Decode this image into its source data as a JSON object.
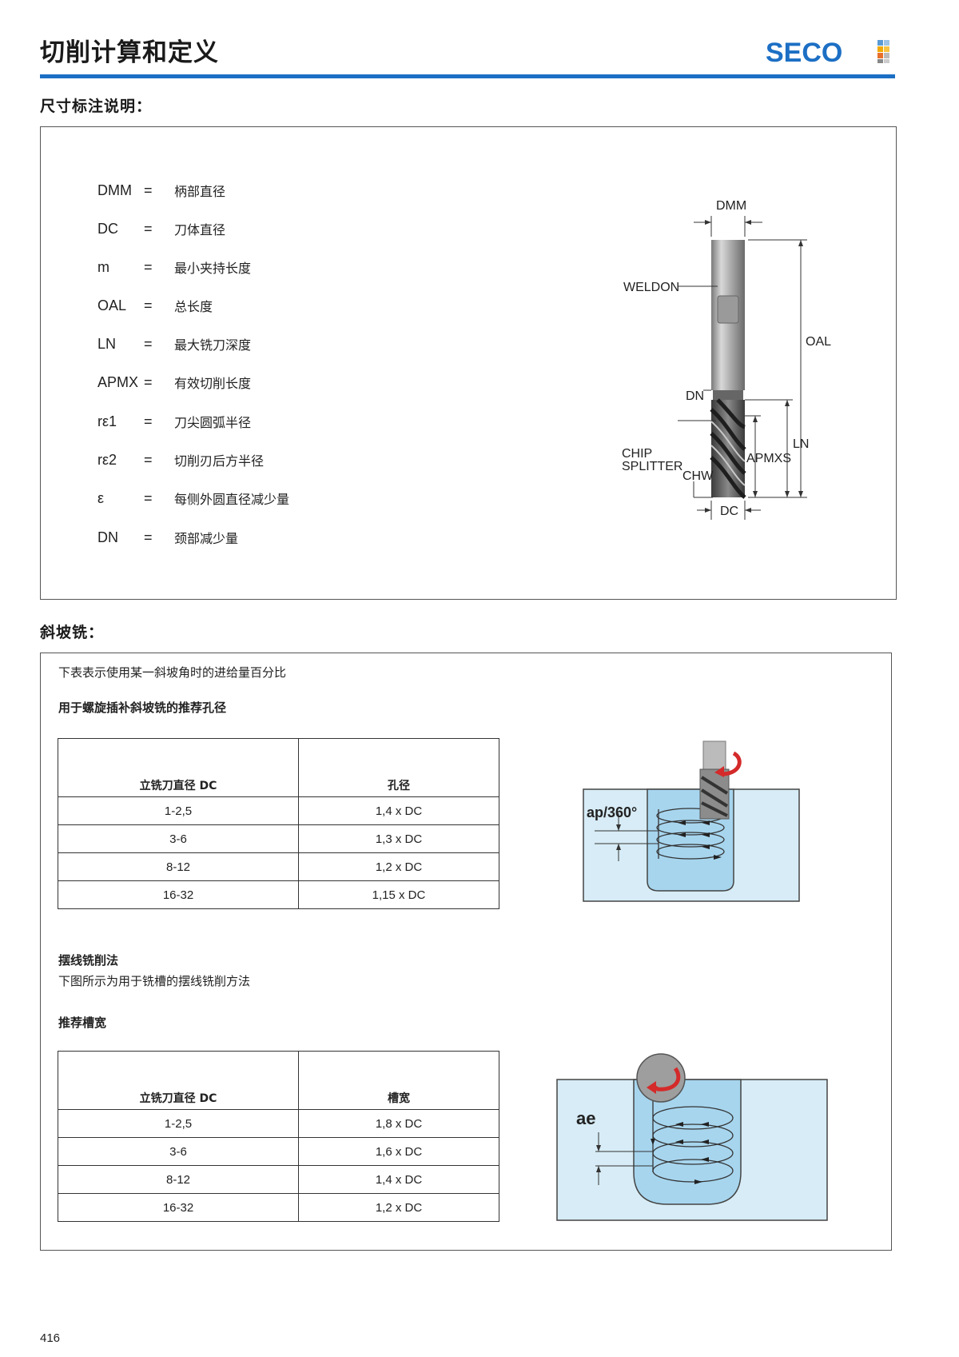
{
  "header": {
    "title": "切削计算和定义",
    "logo_text": "SECO",
    "accent_color": "#1c6fc4"
  },
  "dimensions": {
    "heading": "尺寸标注说明：",
    "items": [
      {
        "symbol": "DMM",
        "eq": "=",
        "text": "柄部直径"
      },
      {
        "symbol": "DC",
        "eq": "=",
        "text": "刀体直径"
      },
      {
        "symbol": "m",
        "eq": "=",
        "text": "最小夹持长度"
      },
      {
        "symbol": "OAL",
        "eq": "=",
        "text": "总长度"
      },
      {
        "symbol": "LN",
        "eq": "=",
        "text": "最大铣刀深度"
      },
      {
        "symbol": "APMX",
        "eq": "=",
        "text": "有效切削长度"
      },
      {
        "symbol": "rε1",
        "eq": "=",
        "text": "刀尖圆弧半径"
      },
      {
        "symbol": "rε2",
        "eq": "=",
        "text": "切削刃后方半径"
      },
      {
        "symbol": "ε",
        "eq": "=",
        "text": "每侧外圆直径减少量"
      },
      {
        "symbol": "DN",
        "eq": "=",
        "text": "颈部减少量"
      }
    ],
    "diagram_labels": {
      "dmm": "DMM",
      "weldon": "WELDON",
      "oal": "OAL",
      "dn": "DN",
      "ln": "LN",
      "chip1": "CHIP",
      "chip2": "SPLITTER",
      "apmxs": "APMXS",
      "chw": "CHW",
      "dc": "DC"
    }
  },
  "ramping": {
    "heading": "斜坡铣：",
    "intro": "下表表示使用某一斜坡角时的进给量百分比",
    "table1_title": "用于螺旋插补斜坡铣的推荐孔径",
    "table1": {
      "headers": [
        "立铣刀直径 DC",
        "孔径"
      ],
      "rows": [
        [
          "1-2,5",
          "1,4 x DC"
        ],
        [
          "3-6",
          "1,3 x DC"
        ],
        [
          "8-12",
          "1,2 x DC"
        ],
        [
          "16-32",
          "1,15 x DC"
        ]
      ]
    },
    "diagram1_label": "ap/360°",
    "trochoidal_title": "摆线铣削法",
    "trochoidal_desc": "下图所示为用于铣槽的摆线铣削方法",
    "table2_title": "推荐槽宽",
    "table2": {
      "headers": [
        "立铣刀直径 DC",
        "槽宽"
      ],
      "rows": [
        [
          "1-2,5",
          "1,8 x DC"
        ],
        [
          "3-6",
          "1,6 x DC"
        ],
        [
          "8-12",
          "1,4 x DC"
        ],
        [
          "16-32",
          "1,2 x DC"
        ]
      ]
    },
    "diagram2_label": "ae"
  },
  "footer": {
    "page_number": "416"
  }
}
